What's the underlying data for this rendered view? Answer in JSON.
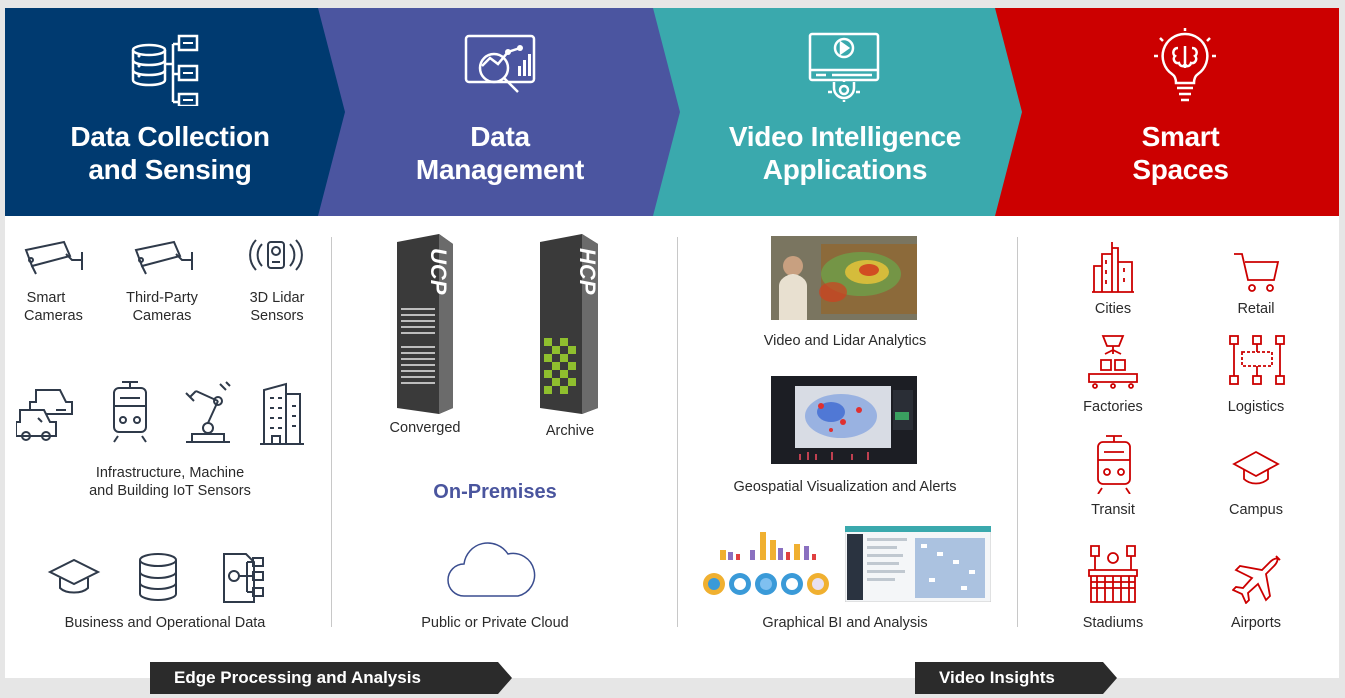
{
  "header": {
    "sections": [
      {
        "title_l1": "Data Collection",
        "title_l2": "and Sensing",
        "color": "#003a70",
        "icon": "data-flow-icon"
      },
      {
        "title_l1": "Data",
        "title_l2": "Management",
        "color": "#4b55a0",
        "icon": "analytics-magnifier-icon"
      },
      {
        "title_l1": "Video Intelligence",
        "title_l2": "Applications",
        "color": "#3aa9ad",
        "icon": "video-gear-icon"
      },
      {
        "title_l1": "Smart",
        "title_l2": "Spaces",
        "color": "#cc0000",
        "icon": "brain-bulb-icon"
      }
    ]
  },
  "collection": {
    "cameras": [
      {
        "l1": "Smart",
        "l2": "Cameras",
        "icon": "smart-camera-icon"
      },
      {
        "l1": "Third-Party",
        "l2": "Cameras",
        "icon": "third-party-camera-icon"
      },
      {
        "l1": "3D Lidar",
        "l2": "Sensors",
        "icon": "lidar-sensor-icon"
      }
    ],
    "iot_l1": "Infrastructure, Machine",
    "iot_l2": "and Building IoT Sensors",
    "business": "Business and Operational Data"
  },
  "management": {
    "server1_badge": "UCP",
    "server2_badge": "HCP",
    "server1": "Converged",
    "server2": "Archive",
    "onprem": "On-Premises",
    "cloud": "Public or Private Cloud"
  },
  "video": {
    "app1": "Video and Lidar Analytics",
    "app2": "Geospatial Visualization and Alerts",
    "app3": "Graphical BI and Analysis"
  },
  "spaces": {
    "items": [
      {
        "label": "Cities",
        "icon": "city-icon"
      },
      {
        "label": "Retail",
        "icon": "cart-icon"
      },
      {
        "label": "Factories",
        "icon": "factory-icon"
      },
      {
        "label": "Logistics",
        "icon": "logistics-icon"
      },
      {
        "label": "Transit",
        "icon": "train-icon"
      },
      {
        "label": "Campus",
        "icon": "graduation-cap-icon"
      },
      {
        "label": "Stadiums",
        "icon": "stadium-icon"
      },
      {
        "label": "Airports",
        "icon": "airplane-icon"
      }
    ]
  },
  "footer": {
    "edge": "Edge Processing and Analysis",
    "insights": "Video Insights"
  },
  "colors": {
    "accent_red": "#cc0000",
    "navy": "#003a70",
    "purple": "#4b55a0",
    "teal": "#3aa9ad",
    "footer_dark": "#2b2b2b"
  }
}
